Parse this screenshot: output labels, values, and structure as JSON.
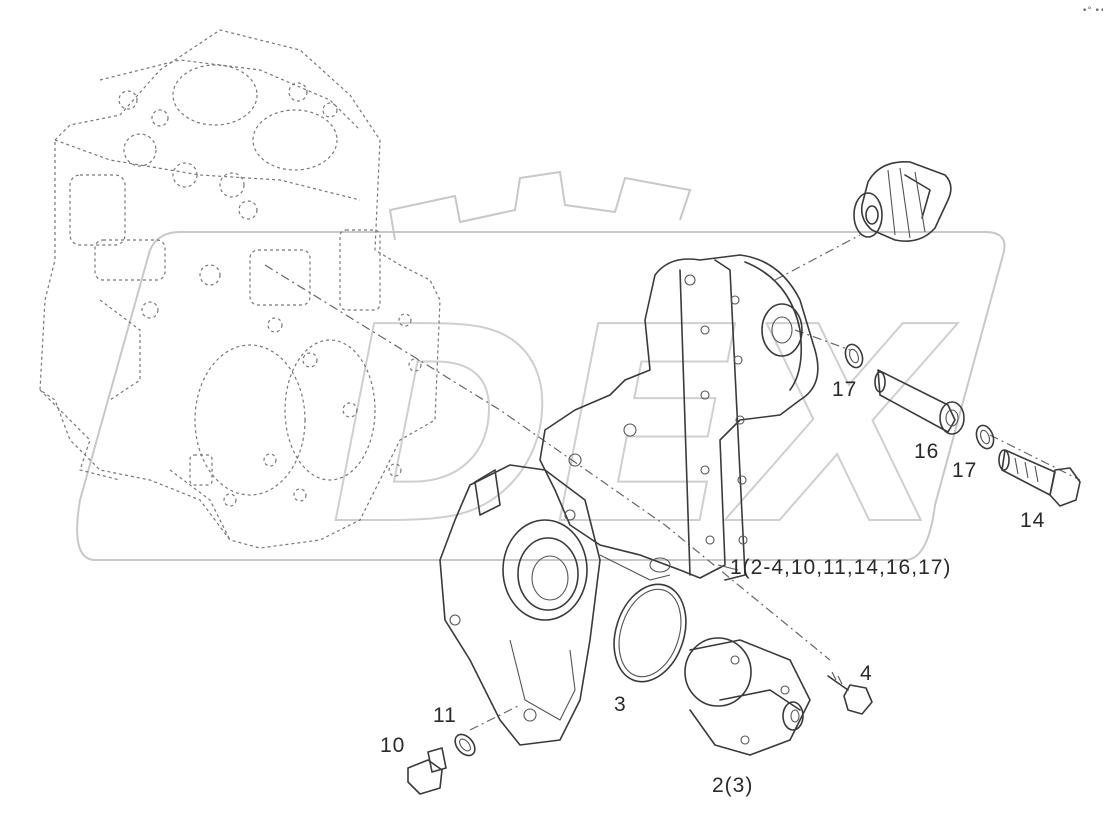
{
  "corner_mark": "•° •••",
  "watermark": {
    "text": "DEX"
  },
  "callouts": {
    "c1": "1(2-4,10,11,14,16,17)",
    "c2": "2(3)",
    "c3": "3",
    "c4": "4",
    "c10": "10",
    "c11": "11",
    "c14": "14",
    "c16": "16",
    "c17a": "17",
    "c17b": "17"
  }
}
